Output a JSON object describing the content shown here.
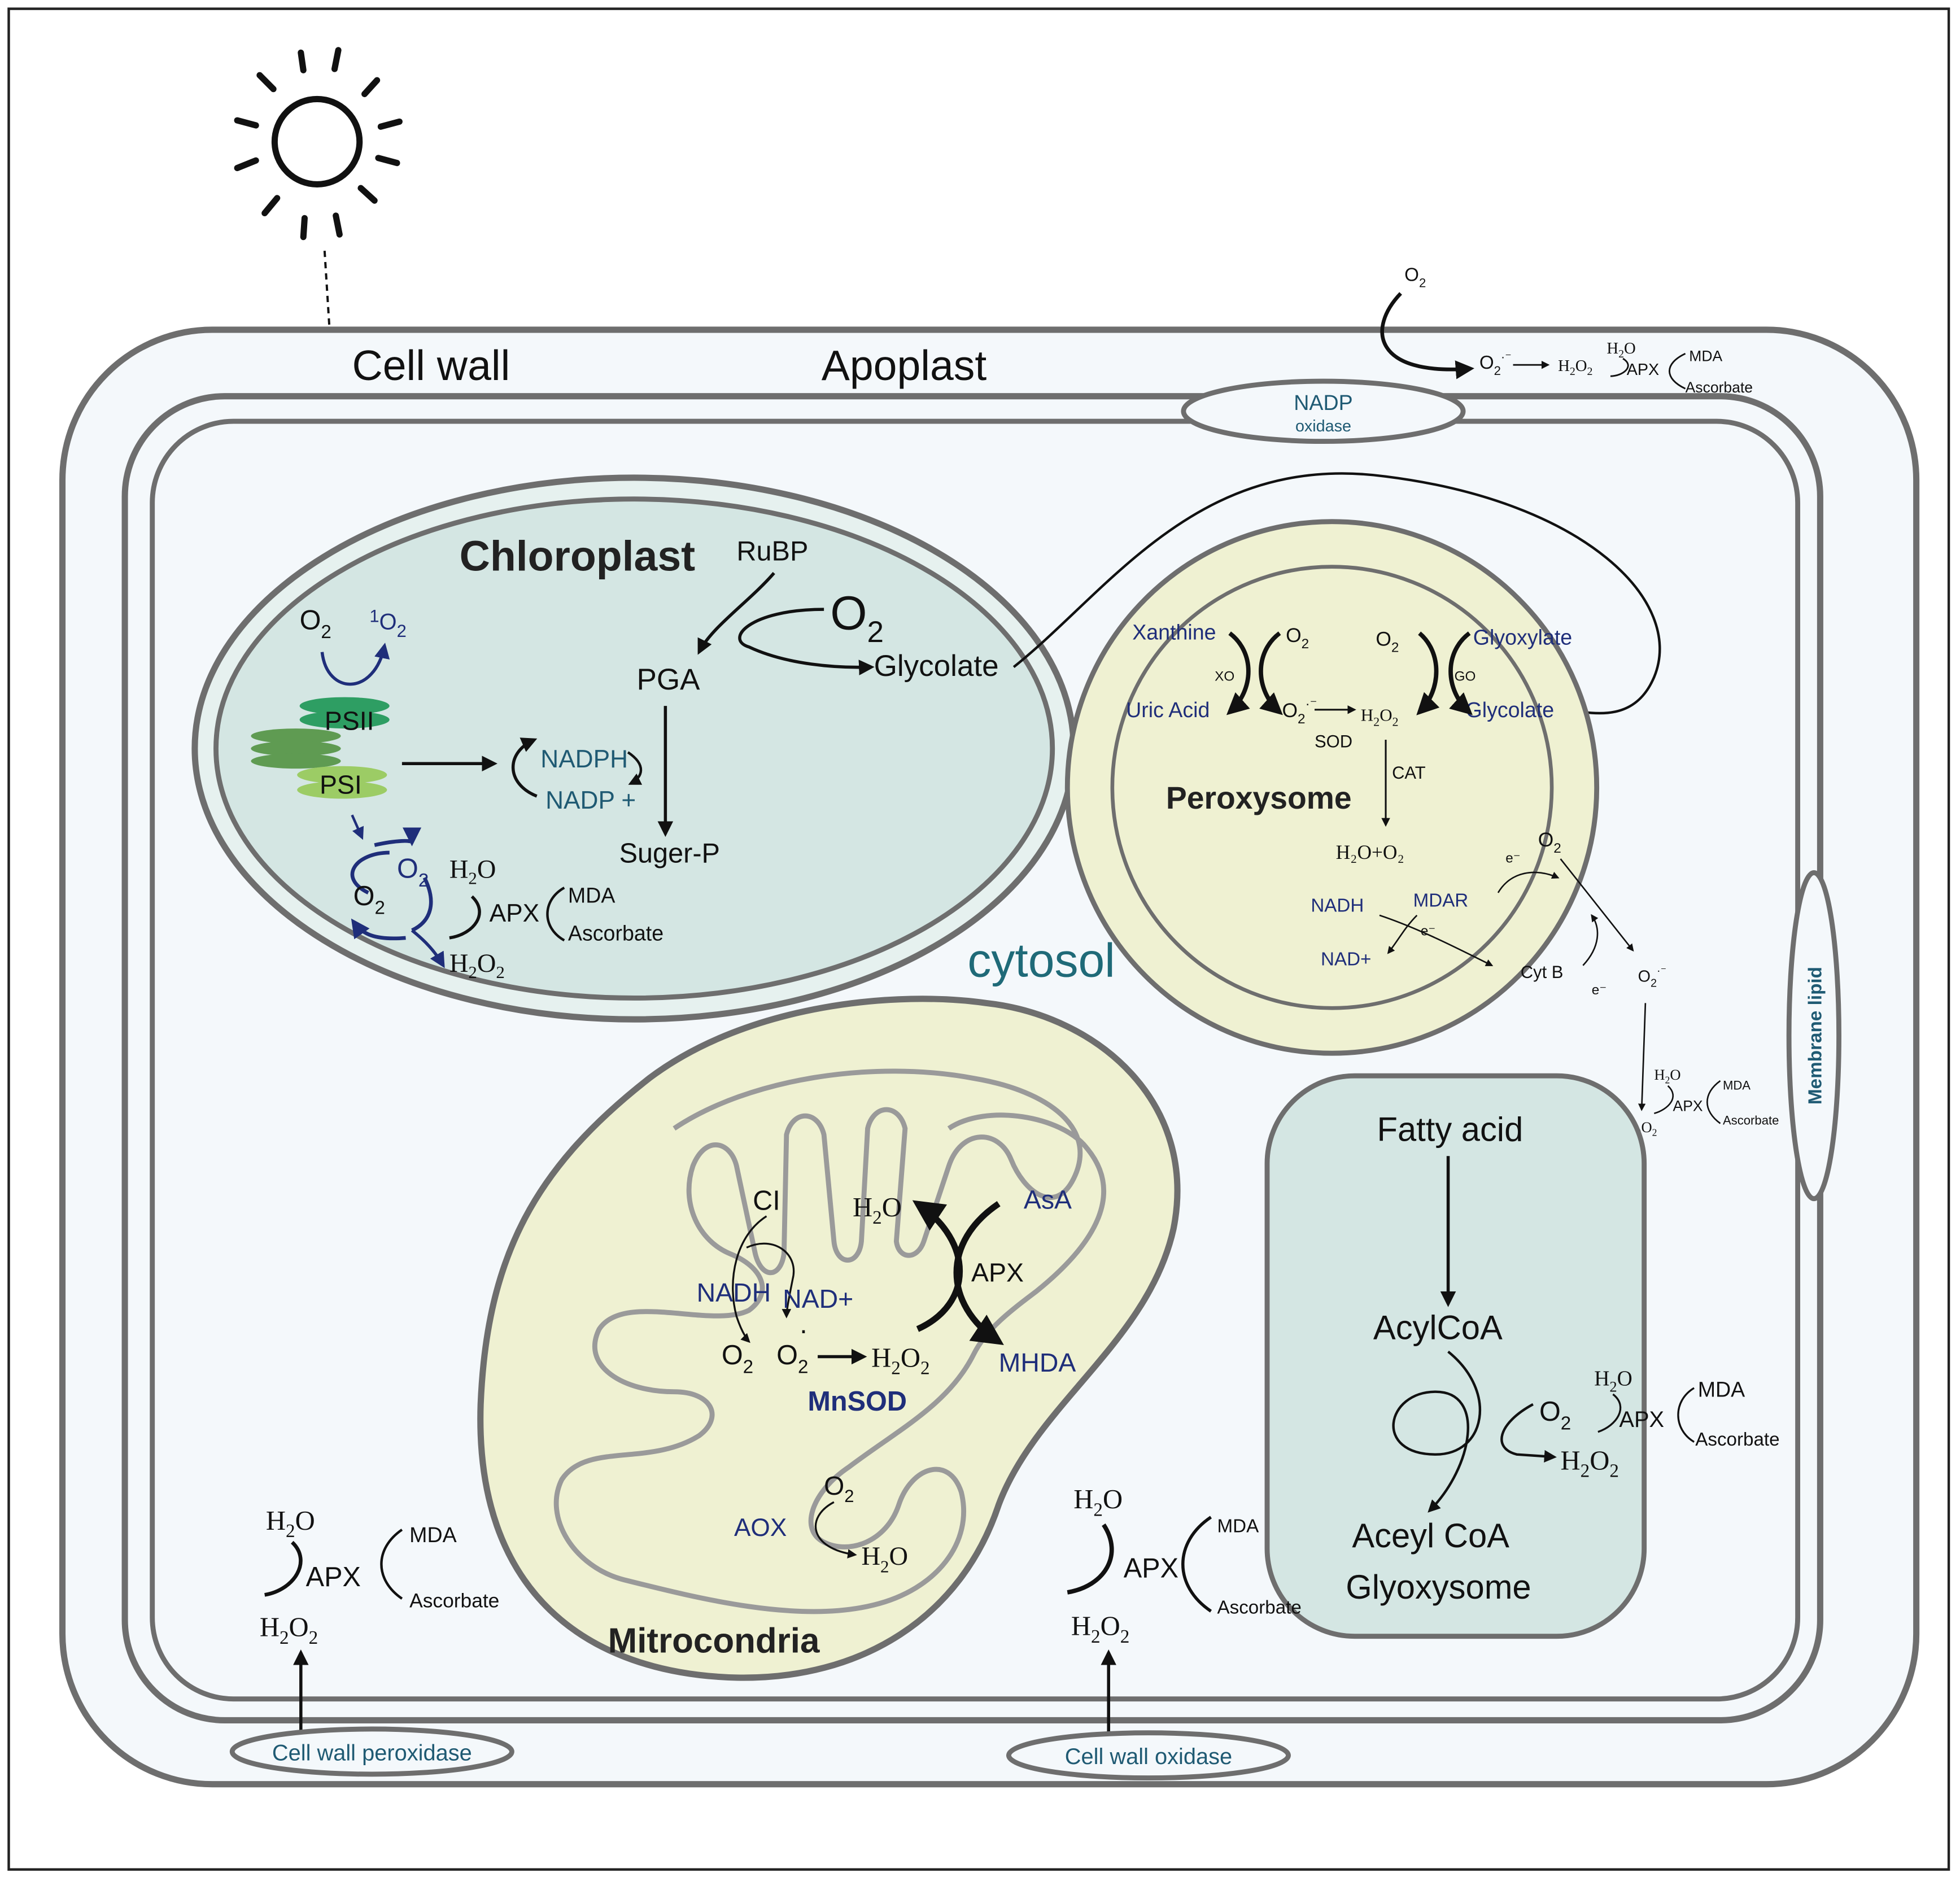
{
  "labels": {
    "cell_wall": "Cell wall",
    "apoplast": "Apoplast",
    "chloroplast": "Chloroplast",
    "peroxysome": "Peroxysome",
    "cytosol": "cytosol",
    "mitochondria": "Mitrocondria",
    "glyoxysome": "Glyoxysome",
    "membrane_lipid": "Membrane lipid"
  },
  "enzymes": {
    "nadp_oxidase_line1": "NADP",
    "nadp_oxidase_line2": "oxidase",
    "cell_wall_peroxidase": "Cell wall peroxidase",
    "cell_wall_oxidase": "Cell wall oxidase",
    "apx": "APX",
    "xo": "XO",
    "go": "GO",
    "sod": "SOD",
    "cat": "CAT",
    "mdar": "MDAR",
    "mnsod": "MnSOD",
    "aox": "AOX",
    "ci": "CI",
    "cyt_b": "Cyt B"
  },
  "chloroplast": {
    "psii": "PSII",
    "psi": "PSI",
    "rubp": "RuBP",
    "pga": "PGA",
    "glycolate": "Glycolate",
    "nadph": "NADPH",
    "nadp_plus": "NADP +",
    "suger_p": "Suger-P",
    "o2": "O",
    "o2_sub": "2",
    "singlet_sup": "1",
    "mda": "MDA",
    "ascorbate": "Ascorbate"
  },
  "peroxysome": {
    "xanthine": "Xanthine",
    "uric_acid": "Uric Acid",
    "glyoxylate": "Glyoxylate",
    "glycolate": "Glycolate",
    "nadh": "NADH",
    "nad_plus": "NAD+",
    "electron": "e⁻",
    "superoxide_sup": "·⁻",
    "water_plus_o2": "H₂O+O₂"
  },
  "mitochondria": {
    "nadh": "NADH",
    "nad_plus": "NAD+",
    "asa": "AsA",
    "mhda": "MHDA",
    "radical_dot": "·"
  },
  "glyoxysome": {
    "fatty_acid": "Fatty acid",
    "acylcoa": "AcylCoA",
    "aceyl_coa": "Aceyl CoA"
  },
  "species": {
    "o2": "O",
    "sub2": "2",
    "h2o": "H",
    "h2o_tail": "O",
    "h2o2": "H",
    "h2o2_mid": "O",
    "mda": "MDA",
    "ascorbate": "Ascorbate",
    "superoxide": "·⁻"
  },
  "colors": {
    "outline": "#6e6e6e",
    "cell_fill": "#f4f8fb",
    "organelle_teal": "#d4e6e3",
    "organelle_yellow": "#eff1d2",
    "enzyme_blue": "#1f2e7a",
    "cytosol_teal": "#1f6a78",
    "label_teal": "#1f5a73",
    "psii_green": "#2e9e63",
    "psi_green": "#9ccc65"
  }
}
